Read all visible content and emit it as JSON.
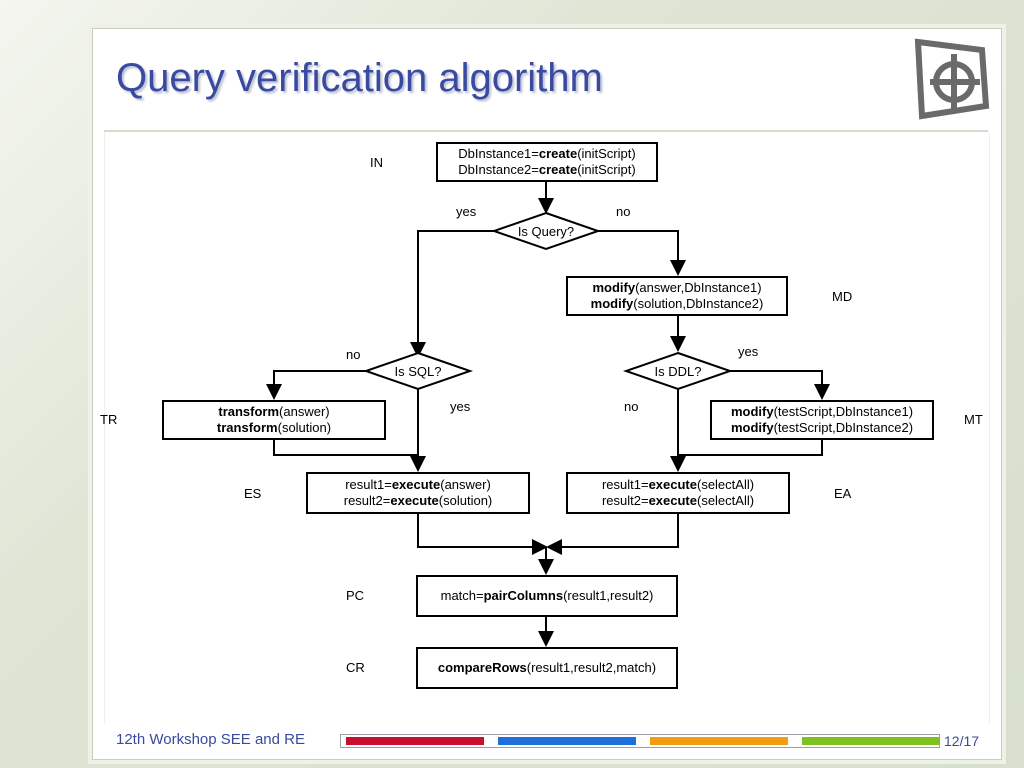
{
  "slide": {
    "title": "Query verification algorithm",
    "footer": "12th Workshop SEE and RE",
    "page": "12/17",
    "colors": {
      "title": "#3a4aa0",
      "bars": [
        "#c8102e",
        "#1e6fd9",
        "#f39c12",
        "#7dc21e"
      ]
    }
  },
  "diagram": {
    "step_labels": {
      "in": "IN",
      "md": "MD",
      "tr": "TR",
      "mt": "MT",
      "es": "ES",
      "ea": "EA",
      "pc": "PC",
      "cr": "CR"
    },
    "init_box": {
      "line1_pre": "DbInstance1=",
      "line1_fn": "create",
      "line1_arg": "(initScript)",
      "line2_pre": "DbInstance2=",
      "line2_fn": "create",
      "line2_arg": "(initScript)"
    },
    "is_query": {
      "text": "Is Query?",
      "yes": "yes",
      "no": "no"
    },
    "modify_box": {
      "line1_fn": "modify",
      "line1_arg": "(answer,DbInstance1)",
      "line2_fn": "modify",
      "line2_arg": "(solution,DbInstance2)"
    },
    "is_sql": {
      "text": "Is SQL?",
      "no": "no",
      "yes": "yes"
    },
    "is_ddl": {
      "text": "Is DDL?",
      "yes": "yes",
      "no": "no"
    },
    "transform_box": {
      "line1_fn": "transform",
      "line1_arg": "(answer)",
      "line2_fn": "transform",
      "line2_arg": "(solution)"
    },
    "modify_test_box": {
      "line1_fn": "modify",
      "line1_arg": "(testScript,DbInstance1)",
      "line2_fn": "modify",
      "line2_arg": "(testScript,DbInstance2)"
    },
    "execute_sql_box": {
      "line1_pre": "result1=",
      "line1_fn": "execute",
      "line1_arg": "(answer)",
      "line2_pre": "result2=",
      "line2_fn": "execute",
      "line2_arg": "(solution)"
    },
    "execute_all_box": {
      "line1_pre": "result1=",
      "line1_fn": "execute",
      "line1_arg": "(selectAll)",
      "line2_pre": "result2=",
      "line2_fn": "execute",
      "line2_arg": "(selectAll)"
    },
    "pair_box": {
      "pre": "match=",
      "fn": "pairColumns",
      "arg": "(result1,result2)"
    },
    "compare_box": {
      "fn": "compareRows",
      "arg": "(result1,result2,match)"
    }
  }
}
